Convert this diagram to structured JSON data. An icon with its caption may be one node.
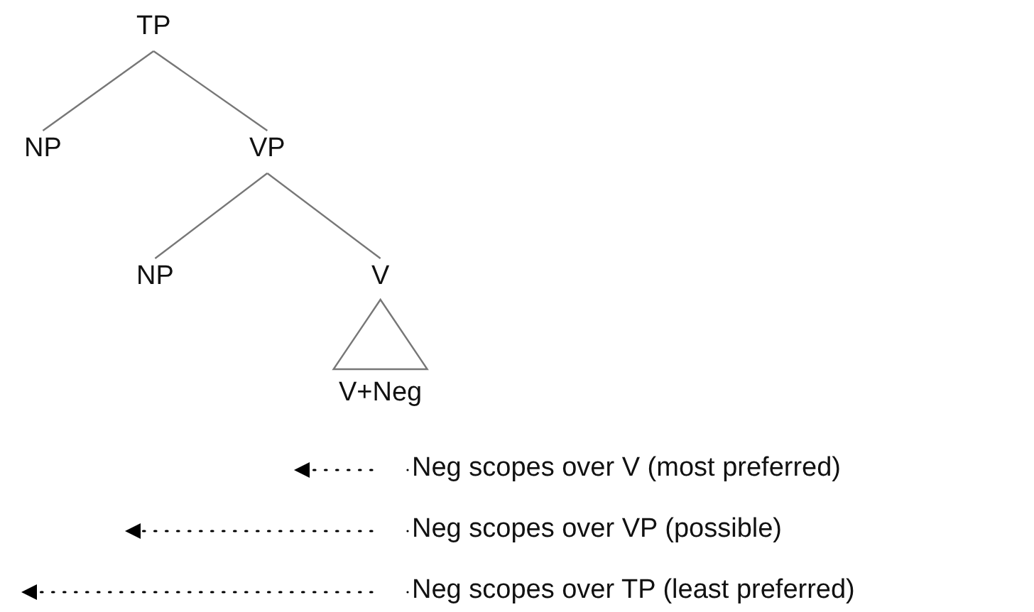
{
  "diagram": {
    "nodes": [
      {
        "text": [
          "TP"
        ]
      },
      {
        "text": [
          "NP"
        ]
      },
      {
        "text": [
          "VP"
        ]
      },
      {
        "text": [
          "NP"
        ]
      },
      {
        "text": [
          "V"
        ]
      },
      {
        "text": [
          "V+Neg"
        ]
      },
      {
        "text": [
          "Neg scopes over V (most preferred)"
        ]
      },
      {
        "text": [
          "Neg scopes over VP (possible)"
        ]
      },
      {
        "text": [
          "Neg scopes over TP (least preferred)"
        ]
      }
    ],
    "edges": [
      {
        "from": 0,
        "to": 1,
        "arrow": "none"
      },
      {
        "from": 0,
        "to": 2,
        "arrow": "none"
      },
      {
        "from": 2,
        "to": 3,
        "arrow": "none"
      },
      {
        "from": 2,
        "to": 4,
        "arrow": "none"
      },
      {
        "from": 4,
        "to": 5,
        "arrow": "none"
      },
      {
        "from": 6,
        "to": null,
        "arrow": "to",
        "style": "dashed",
        "color": "#000000"
      },
      {
        "from": 7,
        "to": null,
        "arrow": "to",
        "style": "dashed",
        "color": "#000000"
      },
      {
        "from": 8,
        "to": null,
        "arrow": "to",
        "style": "dashed",
        "color": "#000000"
      }
    ]
  }
}
